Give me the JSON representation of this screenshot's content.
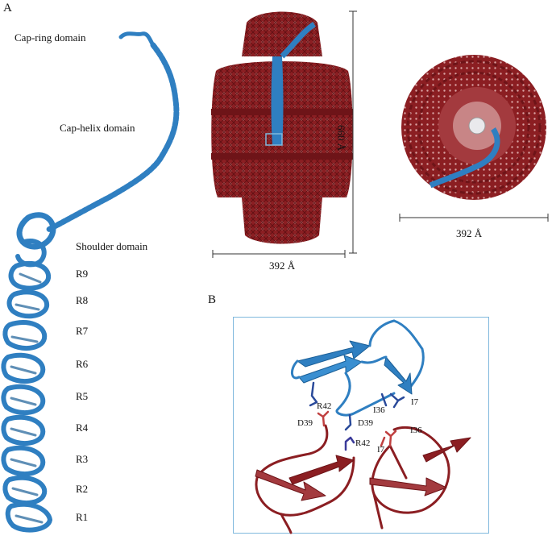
{
  "panels": {
    "a": "A",
    "b": "B"
  },
  "domains": {
    "cap_ring": "Cap-ring domain",
    "cap_helix": "Cap-helix domain",
    "shoulder": "Shoulder domain"
  },
  "repeats": [
    "R9",
    "R8",
    "R7",
    "R6",
    "R5",
    "R4",
    "R3",
    "R2",
    "R1"
  ],
  "dimensions": {
    "height": "660 Å",
    "width_side": "392 Å",
    "width_top": "392 Å"
  },
  "residues": {
    "r42_top": "R42",
    "i36_top": "I36",
    "i7_top": "I7",
    "d39_left": "D39",
    "d39_mid": "D39",
    "r42_mid": "R42",
    "i36_right": "I36",
    "i7_right": "I7"
  },
  "colors": {
    "vault_red": "#8b1e22",
    "helix_blue": "#2f7fc1",
    "box_blue": "#7fb8dd"
  }
}
